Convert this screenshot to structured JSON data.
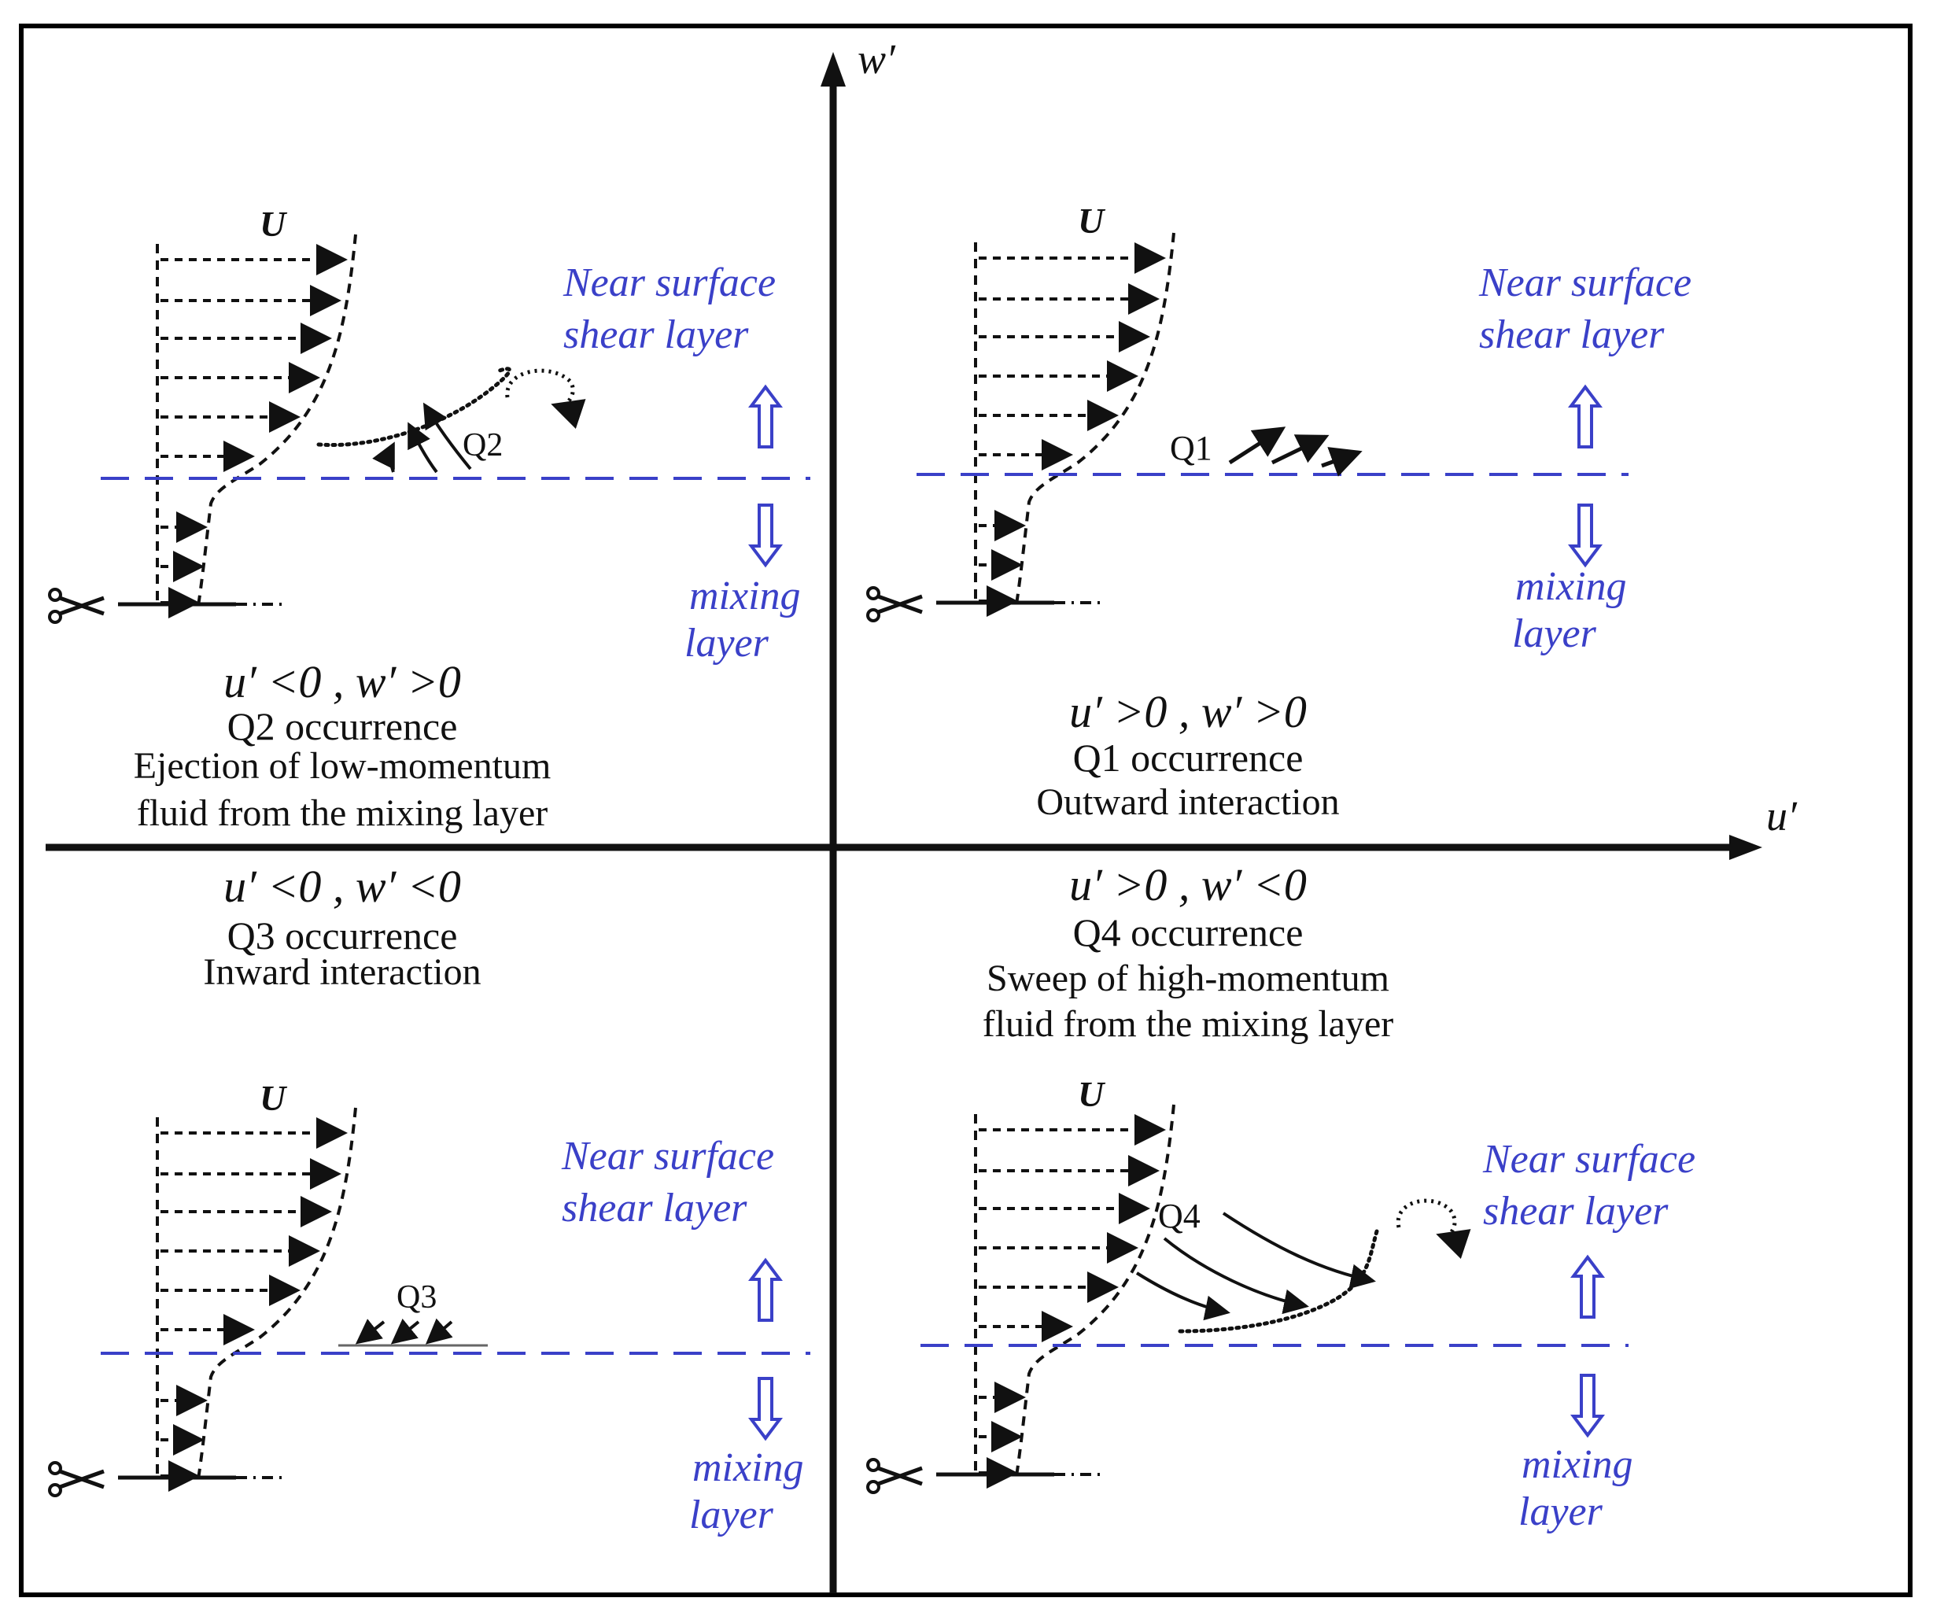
{
  "axes": {
    "x_label": "u′",
    "y_label": "w′"
  },
  "colors": {
    "layer_line": "#3a40c8",
    "ink": "#111111"
  },
  "quadrants": {
    "q2": {
      "profile_label": "U",
      "near_surface": [
        "Near surface",
        "shear layer"
      ],
      "mixing": [
        "mixing",
        "layer"
      ],
      "event_label": "Q2",
      "condition": "u′ <0 , w′ >0",
      "occurrence": "Q2 occurrence",
      "description": [
        "Ejection of low-momentum",
        "fluid from the mixing layer"
      ]
    },
    "q1": {
      "profile_label": "U",
      "near_surface": [
        "Near surface",
        "shear layer"
      ],
      "mixing": [
        "mixing",
        "layer"
      ],
      "event_label": "Q1",
      "condition": "u′ >0 , w′ >0",
      "occurrence": "Q1 occurrence",
      "description": [
        "Outward interaction"
      ]
    },
    "q3": {
      "profile_label": "U",
      "near_surface": [
        "Near surface",
        "shear layer"
      ],
      "mixing": [
        "mixing",
        "layer"
      ],
      "event_label": "Q3",
      "condition": "u′ <0 , w′ <0",
      "occurrence": "Q3 occurrence",
      "description": [
        "Inward interaction"
      ]
    },
    "q4": {
      "profile_label": "U",
      "near_surface": [
        "Near surface",
        "shear layer"
      ],
      "mixing": [
        "mixing",
        "layer"
      ],
      "event_label": "Q4",
      "condition": "u′ >0 , w′ <0",
      "occurrence": "Q4 occurrence",
      "description": [
        "Sweep of high-momentum",
        "fluid from the mixing layer"
      ]
    }
  }
}
